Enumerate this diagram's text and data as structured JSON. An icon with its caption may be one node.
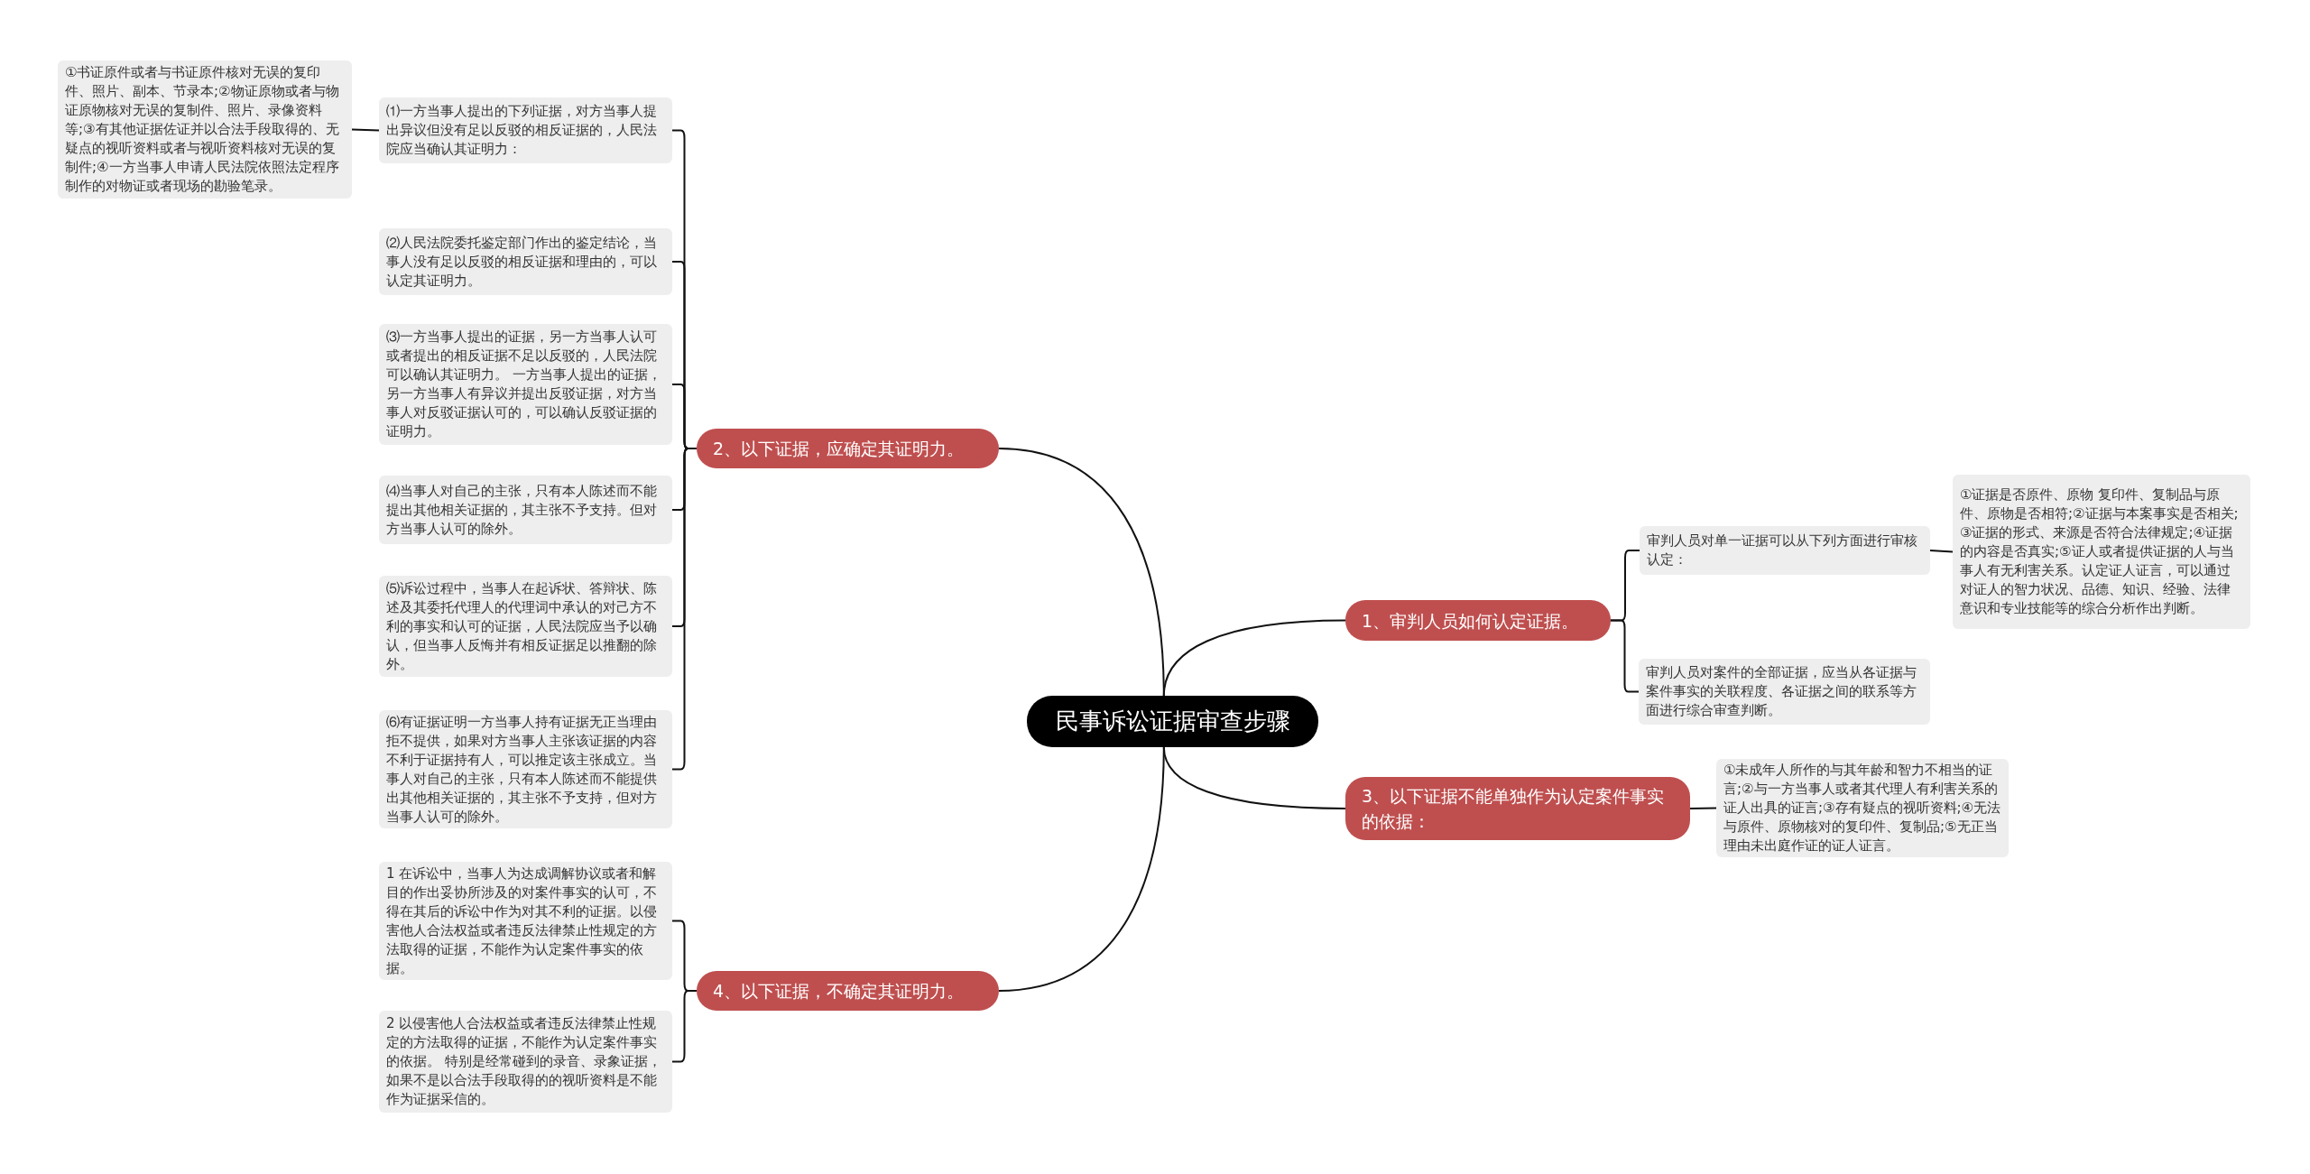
{
  "diagram": {
    "nodes": [
      {
        "text": [
          "民事诉讼证据审查步骤"
        ]
      },
      {
        "text": [
          "1、审判人员如何认定证据。"
        ]
      },
      {
        "text": [
          "审判人员对单一证据可以从下列方面进行审核认定："
        ]
      },
      {
        "text": [
          "①证据是否原件、原物 复印件、复制品与原件、原物是否相符;②证据与本案事实是否相关; ③证据的形式、来源是否符合法律规定;④证据的内容是否真实;⑤证人或者提供证据的人与当事人有无利害关系。认定证人证言，可以通过对证人的智力状况、品德、知识、经验、法律意识和专业技能等的综合分析作出判断。"
        ]
      },
      {
        "text": [
          "审判人员对案件的全部证据，应当从各证据与案件事实的关联程度、各证据之间的联系等方面进行综合审查判断。"
        ]
      },
      {
        "text": [
          "3、以下证据不能单独作为认定案件事实的依据："
        ]
      },
      {
        "text": [
          "①未成年人所作的与其年龄和智力不相当的证言;②与一方当事人或者其代理人有利害关系的证人出具的证言;③存有疑点的视听资料;④无法与原件、原物核对的复印件、复制品;⑤无正当理由未出庭作证的证人证言。"
        ]
      },
      {
        "text": [
          "2、以下证据，应确定其证明力。"
        ]
      },
      {
        "text": [
          "⑴一方当事人提出的下列证据，对方当事人提出异议但没有足以反驳的相反证据的，人民法院应当确认其证明力："
        ]
      },
      {
        "text": [
          "①书证原件或者与书证原件核对无误的复印件、照片、副本、节录本;②物证原物或者与物证原物核对无误的复制件、照片、录像资料等;③有其他证据佐证并以合法手段取得的、无疑点的视听资料或者与视听资料核对无误的复制件;④一方当事人申请人民法院依照法定程序制作的对物证或者现场的勘验笔录。"
        ]
      },
      {
        "text": [
          "⑵人民法院委托鉴定部门作出的鉴定结论，当事人没有足以反驳的相反证据和理由的，可以认定其证明力。"
        ]
      },
      {
        "text": [
          "⑶一方当事人提出的证据，另一方当事人认可或者提出的相反证据不足以反驳的，人民法院可以确认其证明力。 一方当事人提出的证据，另一方当事人有异议并提出反驳证据，对方当事人对反驳证据认可的，可以确认反驳证据的证明力。"
        ]
      },
      {
        "text": [
          "⑷当事人对自己的主张，只有本人陈述而不能提出其他相关证据的，其主张不予支持。但对方当事人认可的除外。"
        ]
      },
      {
        "text": [
          "⑸诉讼过程中，当事人在起诉状、答辩状、陈述及其委托代理人的代理词中承认的对己方不利的事实和认可的证据，人民法院应当予以确认，但当事人反悔并有相反证据足以推翻的除外。"
        ]
      },
      {
        "text": [
          "⑹有证据证明一方当事人持有证据无正当理由拒不提供，如果对方当事人主张该证据的内容不利于证据持有人，可以推定该主张成立。当事人对自己的主张，只有本人陈述而不能提供出其他相关证据的，其主张不予支持，但对方当事人认可的除外。"
        ]
      },
      {
        "text": [
          "4、以下证据，不确定其证明力。"
        ]
      },
      {
        "text": [
          "1 在诉讼中，当事人为达成调解协议或者和解目的作出妥协所涉及的对案件事实的认可，不得在其后的诉讼中作为对其不利的证据。以侵害他人合法权益或者违反法律禁止性规定的方法取得的证据，不能作为认定案件事实的依据。"
        ]
      },
      {
        "text": [
          "2 以侵害他人合法权益或者违反法律禁止性规定的方法取得的证据，不能作为认定案件事实的依据。 特别是经常碰到的录音、录象证据，如果不是以合法手段取得的的视听资料是不能作为证据采信的。"
        ]
      }
    ],
    "edges": [
      {
        "from": 0,
        "to": 1,
        "arrow": "none"
      },
      {
        "from": 1,
        "to": 2,
        "arrow": "none"
      },
      {
        "from": 2,
        "to": 3,
        "arrow": "none"
      },
      {
        "from": 1,
        "to": 4,
        "arrow": "none"
      },
      {
        "from": 0,
        "to": 5,
        "arrow": "none"
      },
      {
        "from": 5,
        "to": 6,
        "arrow": "none"
      },
      {
        "from": 0,
        "to": 7,
        "arrow": "none"
      },
      {
        "from": 7,
        "to": 8,
        "arrow": "none"
      },
      {
        "from": 8,
        "to": 9,
        "arrow": "none"
      },
      {
        "from": 7,
        "to": 10,
        "arrow": "none"
      },
      {
        "from": 7,
        "to": 11,
        "arrow": "none"
      },
      {
        "from": 7,
        "to": 12,
        "arrow": "none"
      },
      {
        "from": 7,
        "to": 13,
        "arrow": "none"
      },
      {
        "from": 7,
        "to": 14,
        "arrow": "none"
      },
      {
        "from": 0,
        "to": 15,
        "arrow": "none"
      },
      {
        "from": 15,
        "to": 16,
        "arrow": "none"
      },
      {
        "from": 15,
        "to": 17,
        "arrow": "none"
      }
    ]
  }
}
